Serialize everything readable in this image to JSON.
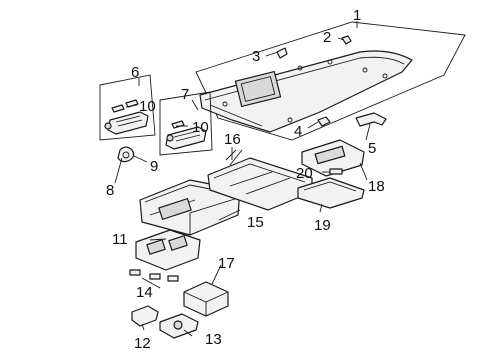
{
  "callouts": [
    {
      "id": "1",
      "text": "1"
    },
    {
      "id": "2",
      "text": "2"
    },
    {
      "id": "3",
      "text": "3"
    },
    {
      "id": "4",
      "text": "4"
    },
    {
      "id": "5",
      "text": "5"
    },
    {
      "id": "6",
      "text": "6"
    },
    {
      "id": "7",
      "text": "7"
    },
    {
      "id": "8",
      "text": "8"
    },
    {
      "id": "9",
      "text": "9"
    },
    {
      "id": "10a",
      "text": "10"
    },
    {
      "id": "10b",
      "text": "10"
    },
    {
      "id": "11",
      "text": "11"
    },
    {
      "id": "12",
      "text": "12"
    },
    {
      "id": "13",
      "text": "13"
    },
    {
      "id": "14",
      "text": "14"
    },
    {
      "id": "15",
      "text": "15"
    },
    {
      "id": "16",
      "text": "16"
    },
    {
      "id": "17",
      "text": "17"
    },
    {
      "id": "18",
      "text": "18"
    },
    {
      "id": "19",
      "text": "19"
    },
    {
      "id": "20",
      "text": "20"
    }
  ],
  "colors": {
    "line": "#1a1a1a",
    "fill": "#f2f2f2",
    "background": "#ffffff"
  }
}
